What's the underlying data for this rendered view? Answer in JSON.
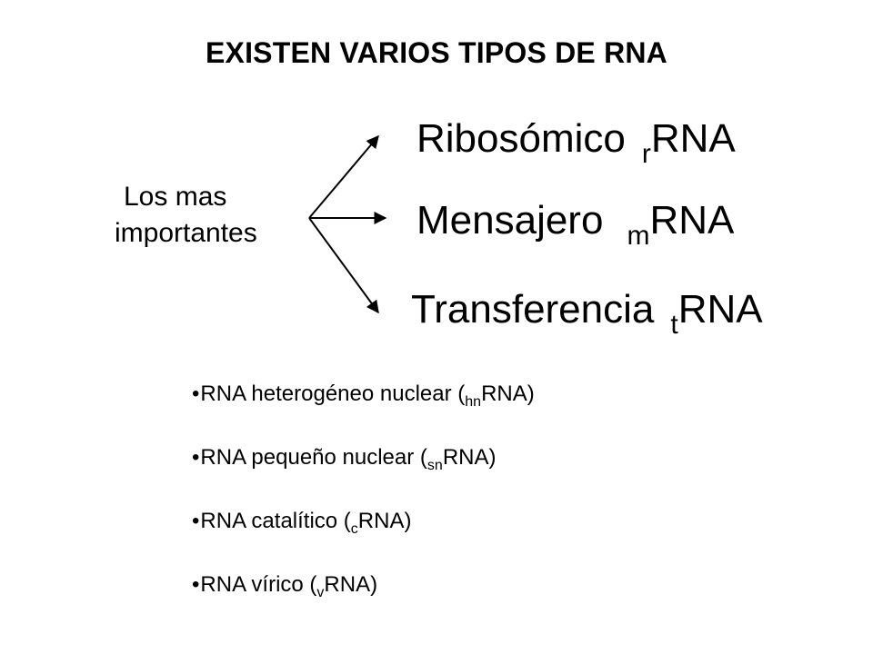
{
  "title": "EXISTEN VARIOS TIPOS DE RNA",
  "label": {
    "line1": "Los mas",
    "line2": "importantes"
  },
  "main_types": [
    {
      "name": "Ribosómico",
      "prefix": "r",
      "suffix": "RNA"
    },
    {
      "name": "Mensajero",
      "prefix": "m",
      "suffix": "RNA"
    },
    {
      "name": "Transferencia",
      "prefix": "t",
      "suffix": "RNA"
    }
  ],
  "other_types": [
    {
      "bullet": "•",
      "name": "RNA heterogéneo nuclear (",
      "prefix": "hn",
      "suffix": "RNA)"
    },
    {
      "bullet": "•",
      "name": "RNA pequeño nuclear (",
      "prefix": "sn",
      "suffix": "RNA)"
    },
    {
      "bullet": "•",
      "name": "RNA catalítico (",
      "prefix": "c",
      "suffix": "RNA)"
    },
    {
      "bullet": "•",
      "name": "RNA vírico (",
      "prefix": "v",
      "suffix": "RNA)"
    }
  ]
}
